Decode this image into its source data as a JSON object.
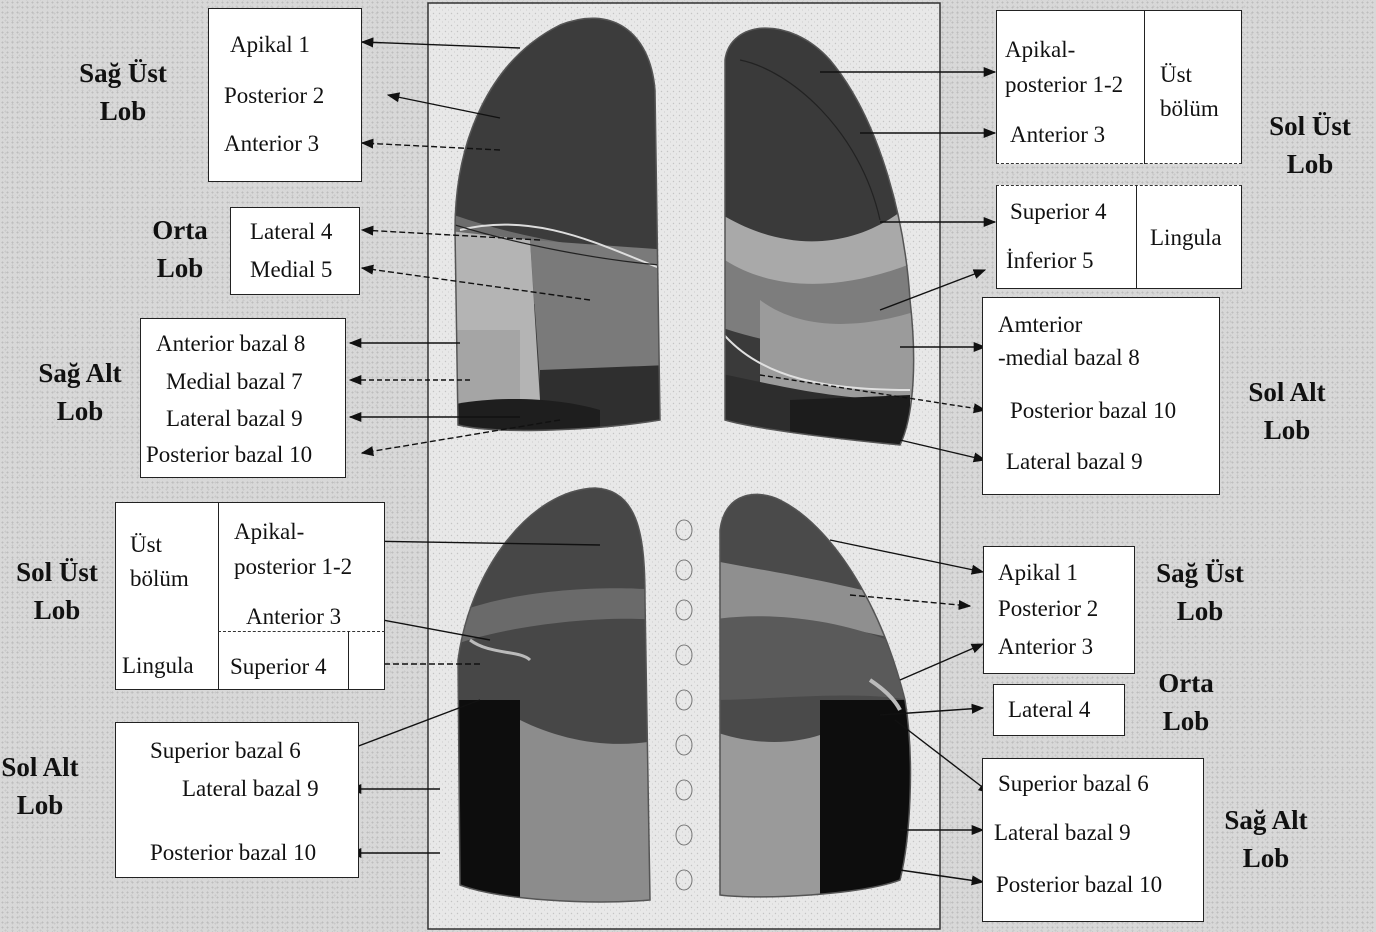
{
  "front": {
    "right_upper": {
      "title_line1": "Sağ Üst",
      "title_line2": "Lob",
      "seg1": "Apikal 1",
      "seg2": "Posterior 2",
      "seg3": "Anterior 3"
    },
    "right_middle": {
      "title_line1": "Orta",
      "title_line2": "Lob",
      "seg1": "Lateral 4",
      "seg2": "Medial 5"
    },
    "right_lower": {
      "title_line1": "Sağ Alt",
      "title_line2": "Lob",
      "seg1": "Anterior bazal 8",
      "seg2": "Medial bazal 7",
      "seg3": "Lateral bazal 9",
      "seg4": "Posterior bazal 10"
    },
    "left_upper": {
      "title_line1": "Sol Üst",
      "title_line2": "Lob",
      "apikal_line1": "Apikal-",
      "apikal_line2": "posterior 1-2",
      "anterior": "Anterior 3",
      "part_line1": "Üst",
      "part_line2": "bölüm"
    },
    "lingula": {
      "sup": "Superior 4",
      "inf": "İnferior 5",
      "label": "Lingula"
    },
    "left_lower": {
      "title_line1": "Sol Alt",
      "title_line2": "Lob",
      "seg1_line1": "Amterior",
      "seg1_line2": "-medial bazal 8",
      "seg2": "Posterior bazal 10",
      "seg3": "Lateral bazal 9"
    }
  },
  "back": {
    "left_upper": {
      "title_line1": "Sol Üst",
      "title_line2": "Lob",
      "part_line1": "Üst",
      "part_line2": "bölüm",
      "apikal_line1": "Apikal-",
      "apikal_line2": "posterior 1-2",
      "anterior": "Anterior 3",
      "lingula": "Lingula",
      "superior": "Superior 4"
    },
    "left_lower": {
      "title_line1": "Sol Alt",
      "title_line2": "Lob",
      "seg1": "Superior bazal 6",
      "seg2": "Lateral bazal 9",
      "seg3": "Posterior bazal 10"
    },
    "right_upper": {
      "title_line1": "Sağ Üst",
      "title_line2": "Lob",
      "seg1": "Apikal 1",
      "seg2": "Posterior 2",
      "seg3": "Anterior 3"
    },
    "right_middle": {
      "title_line1": "Orta",
      "title_line2": "Lob",
      "seg1": "Lateral 4"
    },
    "right_lower": {
      "title_line1": "Sağ Alt",
      "title_line2": "Lob",
      "seg1": "Superior bazal 6",
      "seg2": "Lateral bazal 9",
      "seg3": "Posterior bazal 10"
    }
  },
  "colors": {
    "lobe_dark": "#2a2a2a",
    "lobe_mid": "#4d4d4d",
    "lobe_light": "#8c8c8c",
    "lobe_pale": "#b4b4b4",
    "panel": "#e6e6e6"
  }
}
